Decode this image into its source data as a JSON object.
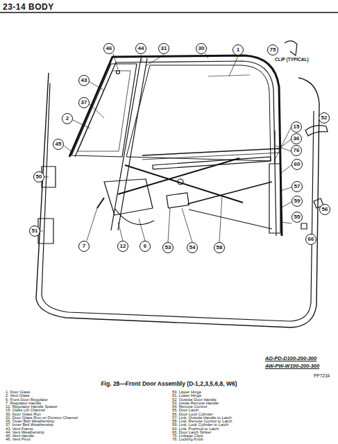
{
  "diagram": {
    "title": "23-14 BODY",
    "caption": "Fig. 28—Front Door Assembly (D-1,2,3,5,6,8, W6)",
    "nodes": [
      {
        "text": [
          "46"
        ]
      },
      {
        "text": [
          "44"
        ]
      },
      {
        "text": [
          "31"
        ]
      },
      {
        "text": [
          "30"
        ]
      },
      {
        "text": [
          "1"
        ]
      },
      {
        "text": [
          "75"
        ]
      },
      {
        "text": [
          "43"
        ]
      },
      {
        "text": [
          "37"
        ]
      },
      {
        "text": [
          "2"
        ]
      },
      {
        "text": [
          "45"
        ]
      },
      {
        "text": [
          "15"
        ]
      },
      {
        "text": [
          "52"
        ]
      },
      {
        "text": [
          "36"
        ]
      },
      {
        "text": [
          "76"
        ]
      },
      {
        "text": [
          "60"
        ]
      },
      {
        "text": [
          "57"
        ]
      },
      {
        "text": [
          "59"
        ]
      },
      {
        "text": [
          "55"
        ]
      },
      {
        "text": [
          "56"
        ]
      },
      {
        "text": [
          "66"
        ]
      },
      {
        "text": [
          "50"
        ]
      },
      {
        "text": [
          "51"
        ]
      },
      {
        "text": [
          "7"
        ]
      },
      {
        "text": [
          "12"
        ]
      },
      {
        "text": [
          "6"
        ]
      },
      {
        "text": [
          "53"
        ]
      },
      {
        "text": [
          "54"
        ]
      },
      {
        "text": [
          "58"
        ]
      }
    ],
    "labels": [
      "CLIP (TYPICAL)",
      "AD-PD-D100-200-300",
      "AW-PW-W100-200-300",
      "PP7234",
      "1. Door Glass",
      "2. Vent Glass",
      "6. Front Door Regulator",
      "7. Regulator Handle",
      "12. Regulator Handle Spacer",
      "15. Glass Lift Channel",
      "30. Door Glass Run",
      "31. Door Glass Run on Division Channel",
      "36. Outer Belt Weatherstrip",
      "37. Inner Belt Weatherstrip",
      "43. Vent Frame",
      "44. Vent Weatherstrip",
      "45. Vent Handle",
      "46. Vent Pivot",
      "50. Upper Hinge",
      "51. Lower Hinge",
      "52. Outside Door Handle",
      "53. Inside Remote Handle",
      "54. Remote Control",
      "55. Door Latch",
      "56. Door Lock Cylinder",
      "57. Link, Outside Handle to Latch",
      "58. Link, Remote Control to Latch",
      "59. Link, Lock Cylinder to Latch",
      "60. Link, Pushrod to Latch",
      "66. Door Latch Striker",
      "75. Linkage Clips",
      "76. Locking Knob"
    ]
  }
}
